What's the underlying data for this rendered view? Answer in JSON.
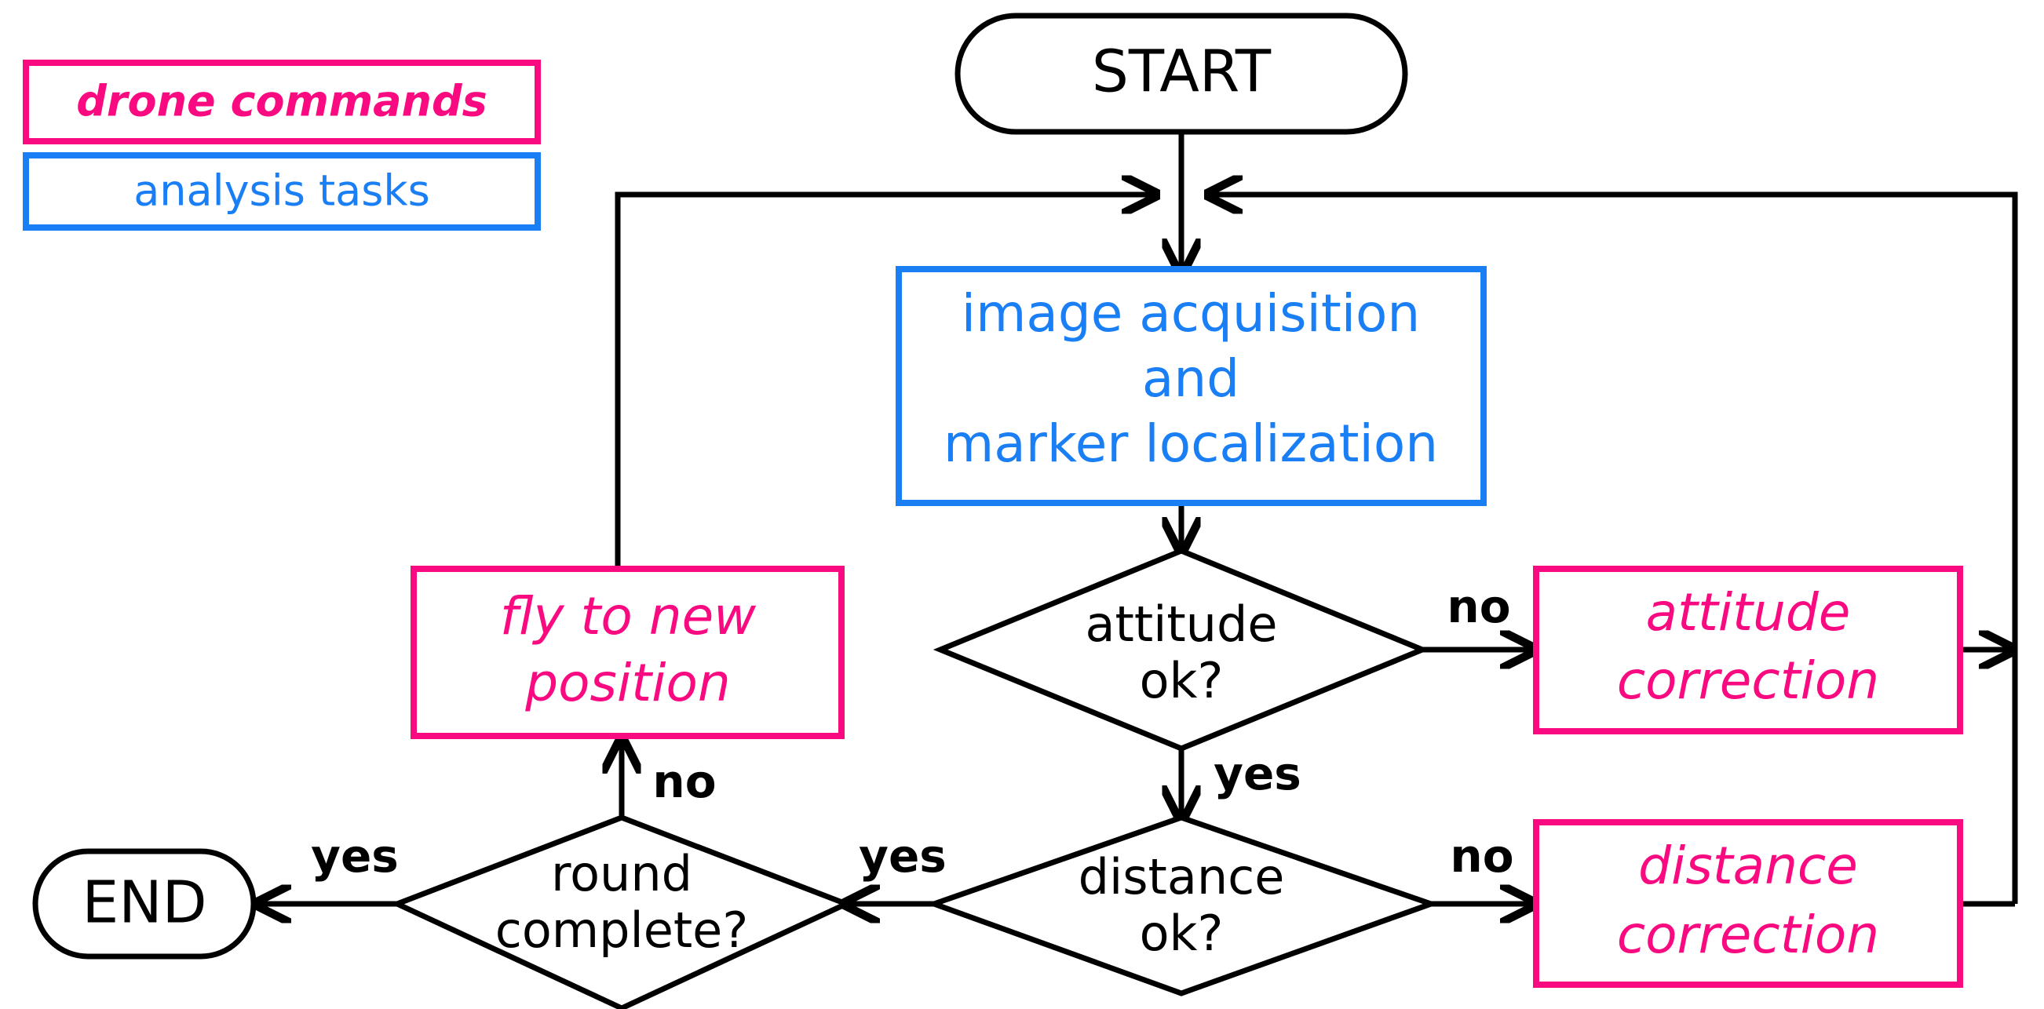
{
  "diagram": {
    "title": "drone marker inspection control loop flowchart",
    "colors": {
      "drone_command": "#fa0a80",
      "analysis_task": "#1a7ff5",
      "line": "#000000",
      "background": "#ffffff"
    }
  },
  "legend": {
    "items": [
      {
        "label": "drone commands",
        "color": "#fa0a80",
        "kind": "drone-command"
      },
      {
        "label": "analysis tasks",
        "color": "#1a7ff5",
        "kind": "analysis-task"
      }
    ]
  },
  "nodes": {
    "start": {
      "label": "START",
      "type": "terminal"
    },
    "end": {
      "label": "END",
      "type": "terminal"
    },
    "image_acquisition": {
      "line1": "image acquisition",
      "line2": "and",
      "line3": "marker localization",
      "type": "analysis-task"
    },
    "attitude_check": {
      "line1": "attitude",
      "line2": "ok?",
      "type": "decision"
    },
    "distance_check": {
      "line1": "distance",
      "line2": "ok?",
      "type": "decision"
    },
    "round_check": {
      "line1": "round",
      "line2": "complete?",
      "type": "decision"
    },
    "attitude_correction": {
      "line1": "attitude",
      "line2": "correction",
      "type": "drone-command"
    },
    "distance_correction": {
      "line1": "distance",
      "line2": "correction",
      "type": "drone-command"
    },
    "fly_to_new_position": {
      "line1": "fly to new",
      "line2": "position",
      "type": "drone-command"
    }
  },
  "edge_labels": {
    "attitude_no": "no",
    "attitude_yes": "yes",
    "distance_no": "no",
    "distance_yes": "yes",
    "round_no": "no",
    "round_yes": "yes"
  }
}
